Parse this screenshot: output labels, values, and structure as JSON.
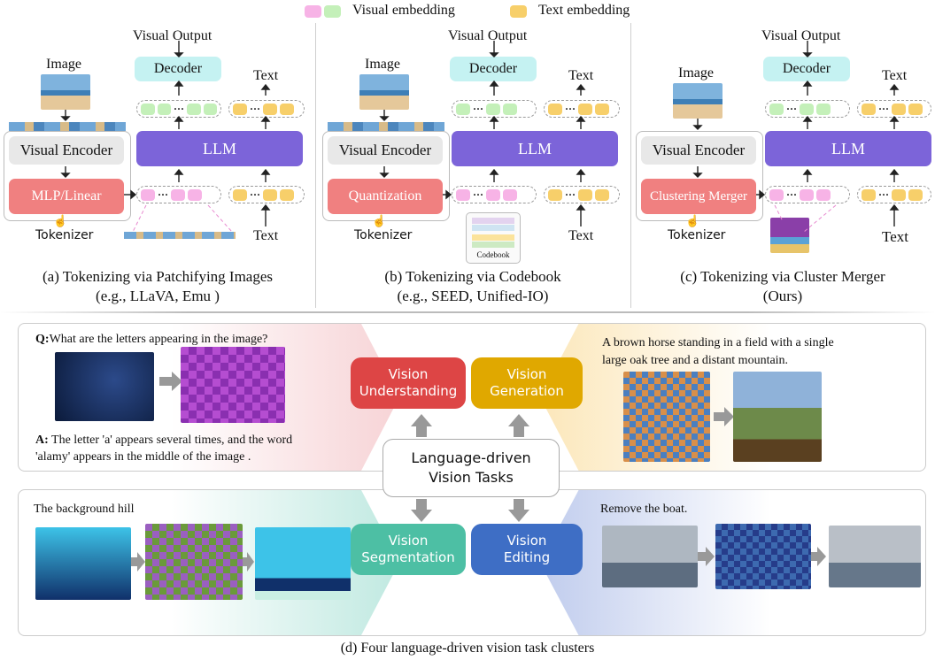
{
  "legend": {
    "visual": "Visual embedding",
    "text": "Text embedding"
  },
  "panels": [
    {
      "visual_output": "Visual Output",
      "image": "Image",
      "decoder": "Decoder",
      "text_top": "Text",
      "encoder": "Visual Encoder",
      "llm": "LLM",
      "tokenizer_box": "MLP/Linear",
      "tokenizer": "Tokenizer",
      "text_bottom": "Text",
      "caption1": "(a) Tokenizing via Patchifying Images",
      "caption2": "(e.g., LLaVA, Emu )"
    },
    {
      "visual_output": "Visual Output",
      "image": "Image",
      "decoder": "Decoder",
      "text_top": "Text",
      "encoder": "Visual Encoder",
      "llm": "LLM",
      "tokenizer_box": "Quantization",
      "tokenizer": "Tokenizer",
      "text_bottom": "Text",
      "codebook": "Codebook",
      "caption1": "(b) Tokenizing via Codebook",
      "caption2": "(e.g., SEED, Unified-IO)"
    },
    {
      "visual_output": "Visual Output",
      "image": "Image",
      "decoder": "Decoder",
      "text_top": "Text",
      "encoder": "Visual Encoder",
      "llm": "LLM",
      "tokenizer_box": "Clustering Merger",
      "tokenizer": "Tokenizer",
      "text_bottom": "Text",
      "caption1": "(c) Tokenizing via Cluster Merger",
      "caption2": "(Ours)"
    }
  ],
  "tasks": {
    "understanding": {
      "line1": "Vision",
      "line2": "Understanding"
    },
    "generation": {
      "line1": "Vision",
      "line2": "Generation"
    },
    "segmentation": {
      "line1": "Vision",
      "line2": "Segmentation"
    },
    "editing": {
      "line1": "Vision",
      "line2": "Editing"
    },
    "center": {
      "line1": "Language-driven",
      "line2": "Vision Tasks"
    }
  },
  "understanding_panel": {
    "q_label": "Q:",
    "question": "What are the letters appearing in the image?",
    "a_label": "A:",
    "answer1": " The letter 'a' appears several times, and the word",
    "answer2": "'alamy' appears in the middle of the image ."
  },
  "generation_panel": {
    "prompt1": "A brown horse standing in a field with a single",
    "prompt2": "large oak tree and a distant mountain."
  },
  "segmentation_panel": {
    "prompt": "The background hill"
  },
  "editing_panel": {
    "prompt": "Remove the boat."
  },
  "figure_caption": "(d) Four language-driven vision task clusters",
  "colors": {
    "understanding": "#dd4545",
    "generation": "#e0a800",
    "segmentation": "#4dbfa4",
    "editing": "#3e6ec5",
    "llm": "#7c64d9",
    "decoder": "#c5f2f2",
    "tokenizer": "#f08080"
  }
}
